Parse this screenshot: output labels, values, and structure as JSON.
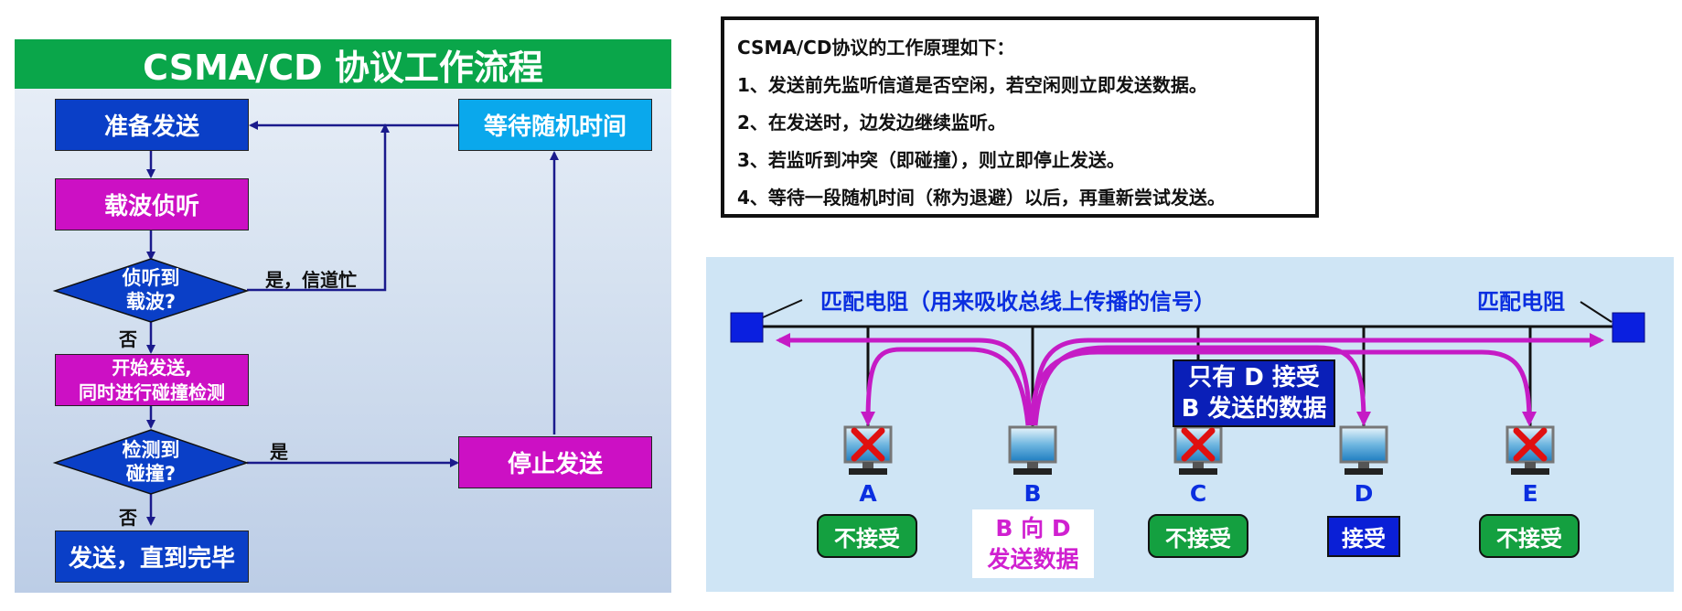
{
  "flowchart": {
    "title": "CSMA/CD 协议工作流程",
    "steps": {
      "prepare": "准备发送",
      "carrier_sense": "载波侦听",
      "sensed_q_line1": "侦听到",
      "sensed_q_line2": "载波?",
      "start_send_line1": "开始发送,",
      "start_send_line2": "同时进行碰撞检测",
      "detect_q_line1": "检测到",
      "detect_q_line2": "碰撞?",
      "send_until_done": "发送，直到完毕",
      "wait_random": "等待随机时间",
      "stop_send": "停止发送"
    },
    "labels": {
      "yes_busy": "是，信道忙",
      "no": "否",
      "yes": "是"
    }
  },
  "principle": {
    "title": "CSMA/CD协议的工作原理如下：",
    "items": [
      "1、发送前先监听信道是否空闲，若空闲则立即发送数据。",
      "2、在发送时，边发边继续监听。",
      "3、若监听到冲突（即碰撞），则立即停止发送。",
      "4、等待一段随机时间（称为退避）以后，再重新尝试发送。"
    ]
  },
  "bus": {
    "left_terminator": "匹配电阻（用来吸收总线上传播的信号）",
    "right_terminator": "匹配电阻",
    "info_line1": "只有 D 接受",
    "info_line2": "B 发送的数据",
    "b_send_line1": "B 向 D",
    "b_send_line2": "发送数据",
    "nodes": [
      {
        "letter": "A",
        "status": "不接受",
        "rejected": true
      },
      {
        "letter": "B",
        "status": "",
        "rejected": false
      },
      {
        "letter": "C",
        "status": "不接受",
        "rejected": true
      },
      {
        "letter": "D",
        "status": "接受",
        "rejected": false
      },
      {
        "letter": "E",
        "status": "不接受",
        "rejected": true
      }
    ]
  },
  "colors": {
    "header_green": "#0aa64a",
    "box_blue": "#0a3fc7",
    "box_magenta": "#cc10c4",
    "box_cyan": "#0aa8ec",
    "signal_magenta": "#c51bc5",
    "status_green": "#14a040"
  }
}
